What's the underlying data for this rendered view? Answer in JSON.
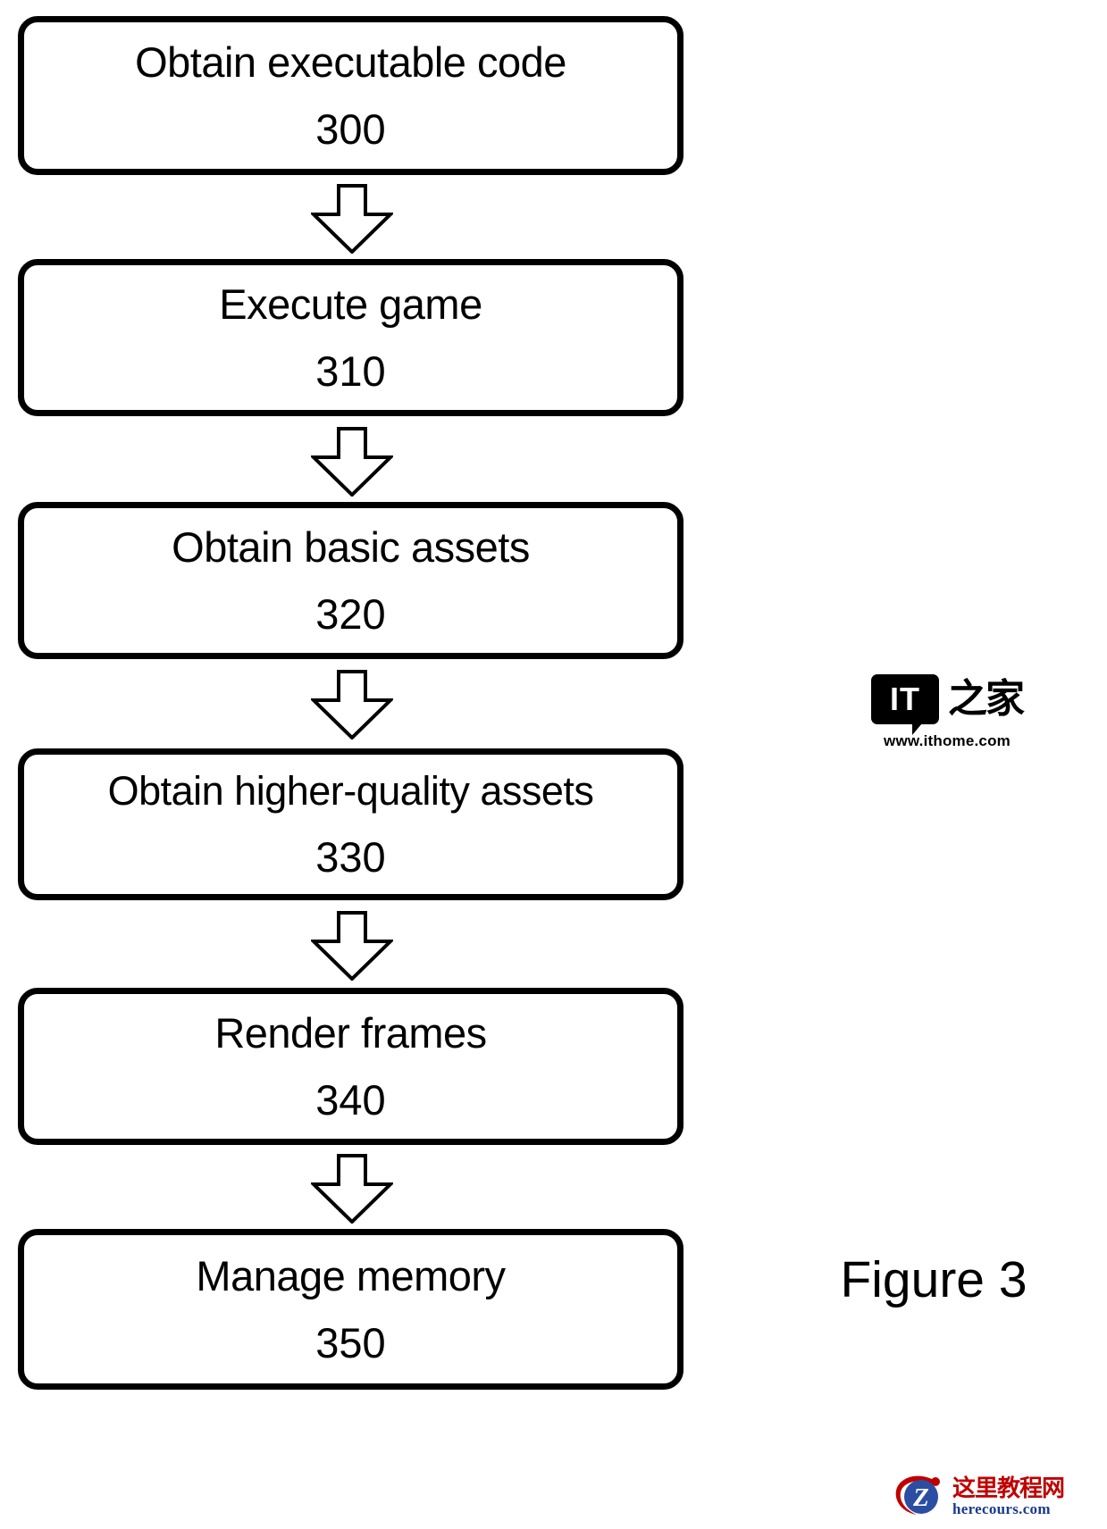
{
  "figure": {
    "caption": "Figure 3"
  },
  "flow": {
    "steps": [
      {
        "label": "Obtain executable code",
        "number": "300"
      },
      {
        "label": "Execute game",
        "number": "310"
      },
      {
        "label": "Obtain basic assets",
        "number": "320"
      },
      {
        "label": "Obtain higher-quality assets",
        "number": "330"
      },
      {
        "label": "Render frames",
        "number": "340"
      },
      {
        "label": "Manage memory",
        "number": "350"
      }
    ],
    "arrows": [
      {
        "name": "arrow-300-to-310",
        "direction": "down"
      },
      {
        "name": "arrow-310-to-320",
        "direction": "down"
      },
      {
        "name": "arrow-320-to-330",
        "direction": "down"
      },
      {
        "name": "arrow-330-to-340",
        "direction": "down"
      },
      {
        "name": "arrow-340-to-350",
        "direction": "down"
      }
    ]
  },
  "watermarks": {
    "ithome": {
      "mark_text": "IT",
      "cn_name": "之家",
      "url": "www.ithome.com"
    },
    "herecours": {
      "badge_letter": "Z",
      "cn_name": "这里教程网",
      "url": "herecours.com"
    }
  },
  "colors": {
    "stroke": "#000000",
    "background": "#ffffff",
    "herecours_red": "#c00000",
    "herecours_blue": "#1a3a8f"
  },
  "artifact": {
    "text": ""
  }
}
